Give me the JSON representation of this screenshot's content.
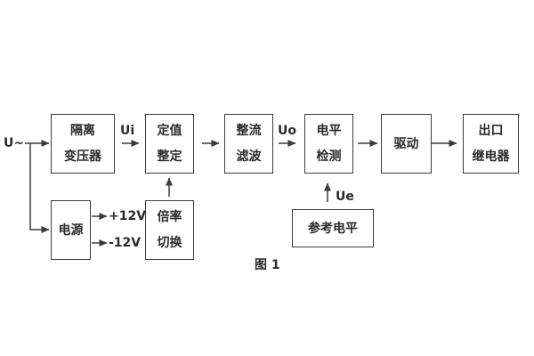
{
  "colors": {
    "line": "#3b3b3b",
    "text": "#2a2a2a",
    "background": "#ffffff"
  },
  "labels": {
    "input": "U~",
    "ui": "Ui",
    "uo": "Uo",
    "ue": "Ue",
    "rail_pos": "+12V",
    "rail_neg": "-12V",
    "caption": "图 1"
  },
  "blocks": {
    "isolation_transformer": {
      "line1": "隔离",
      "line2": "变压器"
    },
    "value_setting": {
      "line1": "定值",
      "line2": "整定"
    },
    "rectifier_filter": {
      "line1": "整流",
      "line2": "滤波"
    },
    "level_detector": {
      "line1": "电平",
      "line2": "检测"
    },
    "driver": {
      "line1": "驱动"
    },
    "output_relay": {
      "line1": "出口",
      "line2": "继电器"
    },
    "power_supply": {
      "line1": "电源"
    },
    "ratio_switch": {
      "line1": "倍率",
      "line2": "切换"
    },
    "reference_level": {
      "line1": "参考电平"
    }
  }
}
